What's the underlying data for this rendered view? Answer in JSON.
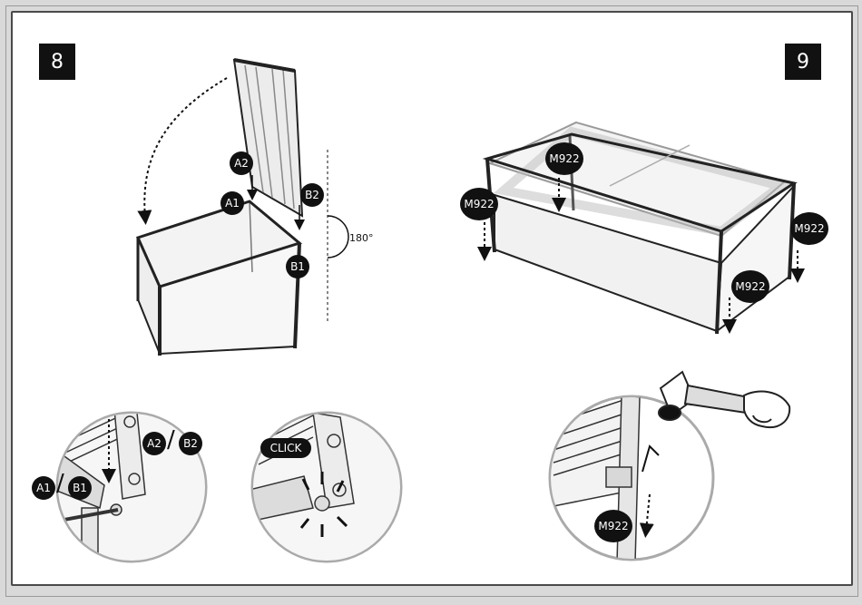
{
  "steps": {
    "left": "8",
    "right": "9"
  },
  "labels": {
    "a1": "A1",
    "a2": "A2",
    "b1": "B1",
    "b2": "B2",
    "rotation": "180°",
    "detail_a2": "A2",
    "detail_b2": "B2",
    "detail_a1": "A1",
    "detail_b1": "B1",
    "click": "CLICK",
    "m922_top": "M922",
    "m922_left": "M922",
    "m922_right": "M922",
    "m922_front": "M922",
    "m922_detail": "M922"
  }
}
